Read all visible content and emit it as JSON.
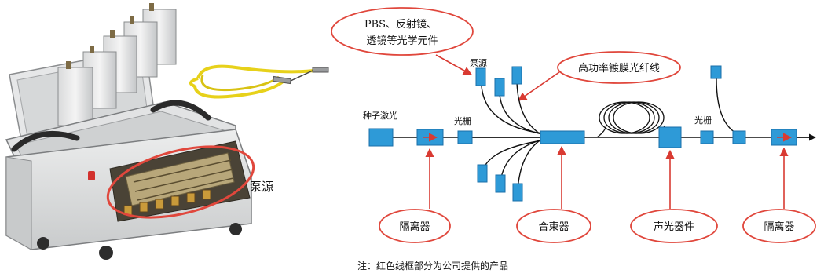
{
  "photo": {
    "label": "泵源"
  },
  "diagram": {
    "callouts": {
      "optics": "PBS、反射镜、\n透镜等光学元件",
      "fiber": "高功率镀膜光纤线"
    },
    "labels": {
      "seed": "种子激光",
      "grating_left": "光栅",
      "pump": "泵源",
      "grating_right": "光栅"
    },
    "components": {
      "isolator_left": "隔离器",
      "combiner": "合束器",
      "aom": "声光器件",
      "isolator_right": "隔离器"
    },
    "colors": {
      "box_fill": "#2e9ad7",
      "box_stroke": "#1a6fa8",
      "highlight": "#e0473c",
      "arrow": "#d93a32",
      "line": "#111111"
    }
  },
  "note": "注：红色线框部分为公司提供的产品"
}
